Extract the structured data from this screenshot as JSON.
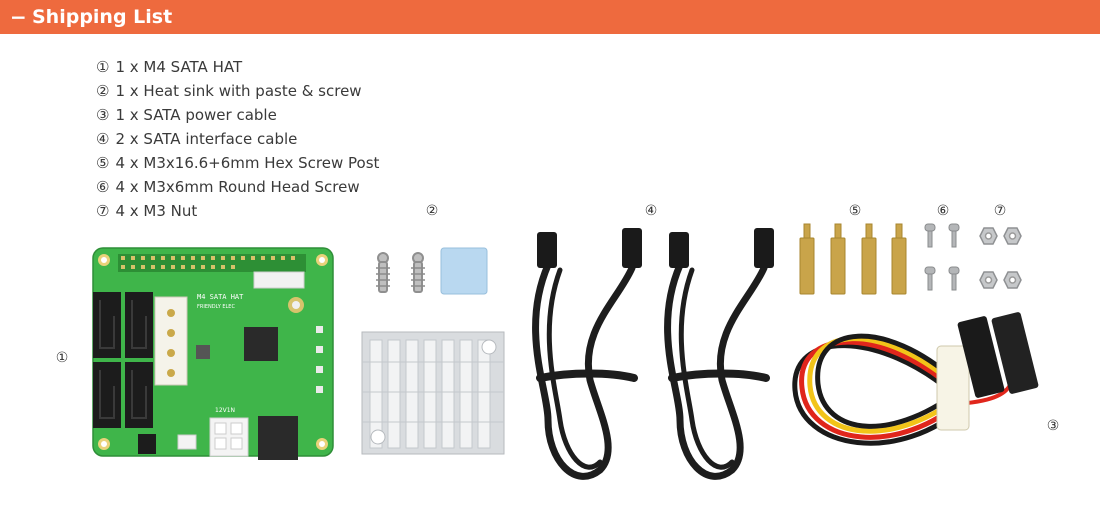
{
  "header": {
    "collapse_symbol": "−",
    "title": "Shipping List"
  },
  "items": [
    {
      "marker": "①",
      "text": "1 x M4 SATA HAT"
    },
    {
      "marker": "②",
      "text": "1 x Heat sink with paste & screw"
    },
    {
      "marker": "③",
      "text": "1 x SATA power cable"
    },
    {
      "marker": "④",
      "text": "2 x SATA interface cable"
    },
    {
      "marker": "⑤",
      "text": "4 x M3x16.6+6mm Hex Screw Post"
    },
    {
      "marker": "⑥",
      "text": "4 x M3x6mm Round Head Screw"
    },
    {
      "marker": "⑦",
      "text": "4 x M3 Nut"
    }
  ],
  "photo_labels": {
    "board": "①",
    "heatsink": "②",
    "power_cable": "③",
    "sata_cables": "④",
    "posts": "⑤",
    "screws": "⑥",
    "nuts": "⑦"
  },
  "board_text": {
    "title": "M4 SATA HAT",
    "brand": "FRIENDLY ELEC",
    "power": "12V1N"
  },
  "colors": {
    "header_bg": "#ee6a3e",
    "pcb_green": "#3fb54a",
    "cable_black": "#1d1d1d",
    "wire_red": "#e0261c",
    "wire_yellow": "#f2c419",
    "brass": "#c9a44a"
  }
}
